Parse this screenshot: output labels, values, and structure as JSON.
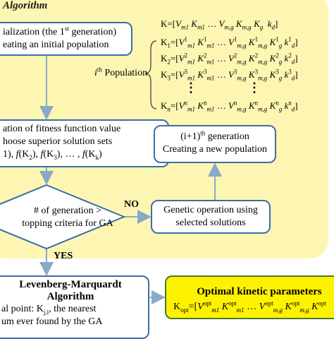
{
  "title": "Algorithm",
  "init_box": {
    "line1": "ialization (the 1",
    "line1_sup": "st",
    "line1_end": " generation)",
    "line2": "eating an initial population"
  },
  "ith_population": {
    "prefix": "i",
    "sup": "th",
    "text": " Population"
  },
  "k_top": "K=[V",
  "equations": {
    "k": [
      "K=[V",
      "m1",
      "K",
      "m1",
      " … V",
      "m,g",
      "K",
      "m,g",
      "K",
      "g",
      " k",
      "d",
      "]"
    ],
    "k1": "K1=[V1m1 K1m1 … V1m,g K1m,g K1g k1d]",
    "k2": "K2=[V2m1 K2m1 … V2m,g K2m,g K2g k2d]",
    "k3": "K3=[V3m1 K3m1 … V3m,g K3m,g K3g k3d]",
    "kn": "Kn=[Vnm1 Knm1 … Vnm,g Knm,g Kng knd]"
  },
  "fitness_box": {
    "line1": "ation  of  fitness function value",
    "line2": "hoose superior solution sets",
    "line3": "1), f(K2), f(K3), … , f(Kk)"
  },
  "next_box": {
    "line1_prefix": "(i+1)",
    "line1_sup": "th",
    "line1_end": " generation",
    "line2": "Creating a new population"
  },
  "diamond": {
    "line1": "# of generation >",
    "line2": "topping criteria for GA"
  },
  "no_label": "NO",
  "yes_label": "YES",
  "genetic_box": {
    "line1": "Genetic operation using",
    "line2": "selected solutions"
  },
  "lm_box": {
    "line1": "Levenberg-Marquardt",
    "line2": "Algorithm",
    "line3": "al point: K",
    "line3_sub": "j,i",
    "line3_end": ", the nearest",
    "line4": "um  ever found by the GA"
  },
  "opt_box": {
    "title": "Optimal kinetic parameters",
    "eq": "Kopt=[Voptm1 Koptm1 … Voptm,g Koptm,g Kopt"
  },
  "colors": {
    "panel": "#fdf6b2",
    "box_border": "#3b6ea8",
    "optimal_fill": "#fff200",
    "arrow": "#8aa9c9"
  }
}
